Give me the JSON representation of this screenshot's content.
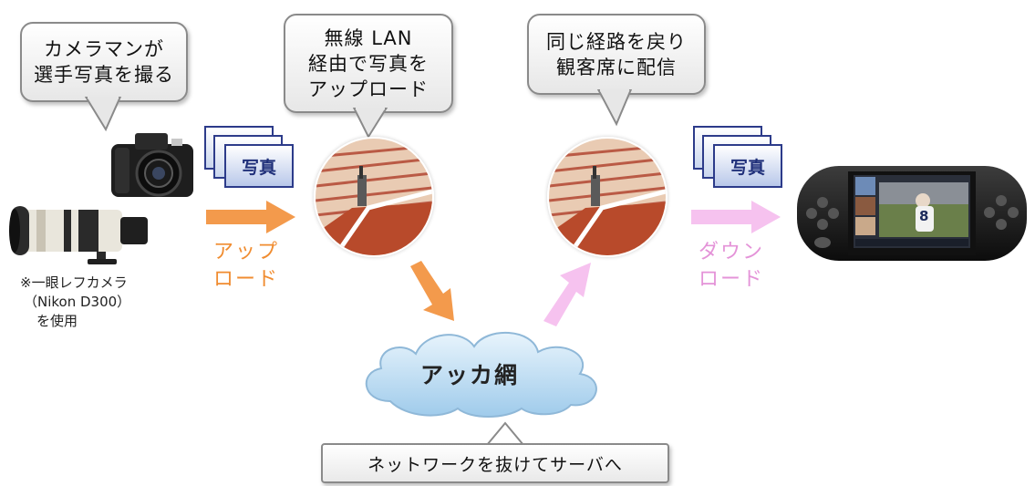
{
  "bubbles": {
    "photographer": {
      "line1": "カメラマンが",
      "line2": "選手写真を撮る"
    },
    "wireless": {
      "line1": "無線 LAN",
      "line2": "経由で写真を",
      "line3": "アップロード"
    },
    "return_route": {
      "line1": "同じ経路を戻り",
      "line2": "観客席に配信"
    }
  },
  "photo_label": "写真",
  "upload_label": {
    "line1": "アップ",
    "line2": "ロード"
  },
  "download_label": {
    "line1": "ダウン",
    "line2": "ロード"
  },
  "camera_note": {
    "line1": "※一眼レフカメラ",
    "line2": "（Nikon D300）",
    "line3": "を使用"
  },
  "cloud_label": "アッカ網",
  "network_box": "ネットワークを抜けてサーバへ",
  "psp_screen": {
    "player_number": "8"
  },
  "colors": {
    "upload_arrow": "#f39a4c",
    "download_arrow": "#f6c2ef",
    "cloud": "#b5d8f0",
    "photo_border": "#2c3b8a"
  }
}
